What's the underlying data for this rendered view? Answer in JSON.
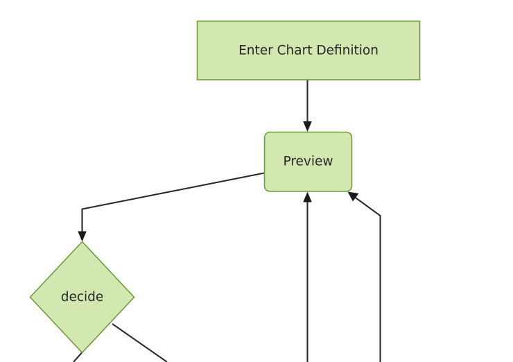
{
  "diagram": {
    "type": "flowchart",
    "orientation": "top-down",
    "background_color": "#ffffff",
    "node_fill": "#d3e8b0",
    "node_stroke": "#6f9a3f",
    "edge_color": "#2b2b2b",
    "text_color": "#262626",
    "nodes": [
      {
        "id": "enter-chart-definition",
        "label": "Enter Chart Definition",
        "shape": "rectangle"
      },
      {
        "id": "preview",
        "label": "Preview",
        "shape": "rounded-rectangle"
      },
      {
        "id": "decide",
        "label": "decide",
        "shape": "diamond"
      }
    ],
    "edges": [
      {
        "from": "enter-chart-definition",
        "to": "preview",
        "label": ""
      },
      {
        "from": "preview",
        "to": "decide",
        "label": ""
      },
      {
        "from": "offscreen-bottom-center",
        "to": "preview",
        "label": ""
      },
      {
        "from": "offscreen-bottom-right",
        "to": "preview",
        "label": ""
      },
      {
        "from": "decide",
        "to": "offscreen-bottom-left",
        "label": ""
      },
      {
        "from": "decide",
        "to": "offscreen-bottom-right",
        "label": ""
      }
    ]
  }
}
